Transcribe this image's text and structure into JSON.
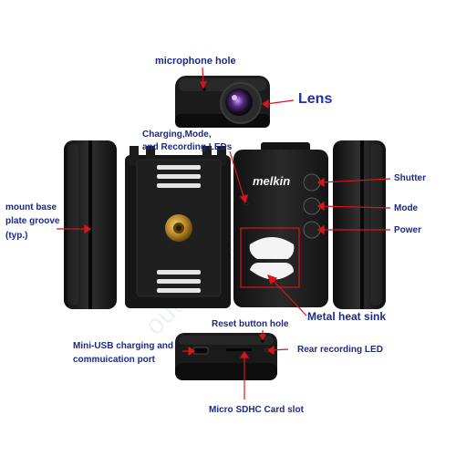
{
  "brand": "melkin",
  "watermark": "outfangstore",
  "labels": {
    "microphone_hole": "microphone hole",
    "lens": "Lens",
    "leds_line1": "Charging,Mode,",
    "leds_line2": "and Recording LEDs",
    "shutter": "Shutter",
    "mode": "Mode",
    "power": "Power",
    "mount_line1": "mount base",
    "mount_line2": "plate groove",
    "mount_line3": "(typ.)",
    "heat_sink": "Metal heat sink",
    "reset": "Reset button hole",
    "usb_line1": "Mini-USB charging and",
    "usb_line2": "commuication port",
    "rear_led": "Rear recording LED",
    "sd_slot": "Micro SDHC Card slot"
  },
  "colors": {
    "label": "#1a2a8a",
    "arrow": "#d8141e",
    "device_body": "#1e1e1e",
    "device_edge": "#0c0c0c",
    "accent": "#b8862a"
  }
}
